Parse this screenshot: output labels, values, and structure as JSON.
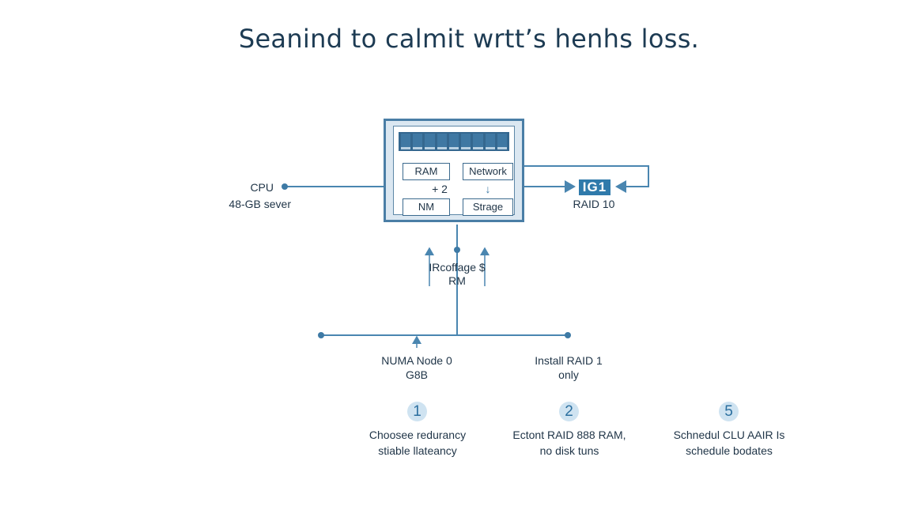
{
  "title": "Seanind to calmit wrtt’s henhs loss.",
  "server": {
    "ram_label": "RAM",
    "plus_label": "+ 2",
    "nm_label": "NM",
    "network_label": "Network",
    "storage_label": "Strage",
    "ram_slot_count": 9
  },
  "left": {
    "line1": "CPU",
    "line2": "48-GB sever"
  },
  "right": {
    "badge": "IG1",
    "label": "RAID 10"
  },
  "center": {
    "line1": "IRcoffage $",
    "line2": "RM"
  },
  "bottom_left": {
    "line1": "NUMA Node 0",
    "line2": "G8B"
  },
  "bottom_right": {
    "line1": "Install RAID 1",
    "line2": "only"
  },
  "steps": [
    {
      "number": "1",
      "line1": "Choosee redurancy",
      "line2": "stiable llateancy"
    },
    {
      "number": "2",
      "line1": "Ectont RAID 888 RAM,",
      "line2": "no disk tuns"
    },
    {
      "number": "5",
      "line1": "Schnedul CLU AAIR Is",
      "line2": "schedule bodates"
    }
  ],
  "colors": {
    "line": "#4a86b0",
    "accent": "#2f7aab",
    "title": "#1d3b53"
  }
}
